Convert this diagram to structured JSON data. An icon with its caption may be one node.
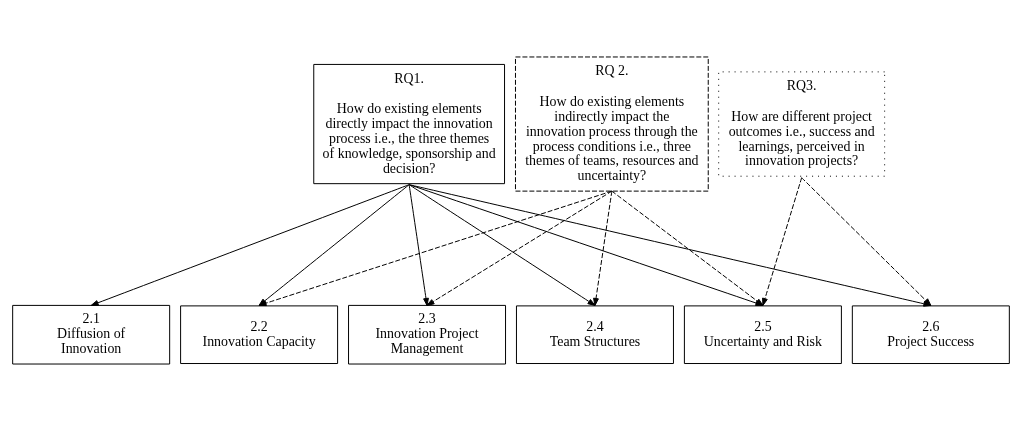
{
  "diagram": {
    "nodes": [
      {
        "text": [
          "RQ1.",
          "How do existing elements directly impact the innovation process i.e., the three themes of knowledge, sponsorship and decision?"
        ]
      },
      {
        "text": [
          "RQ 2.",
          "How do existing elements indirectly impact the innovation process through the process conditions i.e., three themes of teams, resources and uncertainty?"
        ]
      },
      {
        "text": [
          "RQ3.",
          "How are different project outcomes i.e., success and learnings, perceived in innovation projects?"
        ]
      },
      {
        "text": [
          "2.1",
          "Diffusion of Innovation"
        ]
      },
      {
        "text": [
          "2.2",
          "Innovation Capacity"
        ]
      },
      {
        "text": [
          "2.3",
          "Innovation Project Management"
        ]
      },
      {
        "text": [
          "2.4",
          "Team Structures"
        ]
      },
      {
        "text": [
          "2.5",
          "Uncertainty and Risk"
        ]
      },
      {
        "text": [
          "2.6",
          "Project Success"
        ]
      }
    ],
    "edges": [
      {
        "from": 0,
        "to": 3,
        "arrow": "to"
      },
      {
        "from": 0,
        "to": 4,
        "arrow": "to"
      },
      {
        "from": 0,
        "to": 5,
        "arrow": "to"
      },
      {
        "from": 0,
        "to": 6,
        "arrow": "to"
      },
      {
        "from": 0,
        "to": 7,
        "arrow": "to"
      },
      {
        "from": 0,
        "to": 8,
        "arrow": "to"
      },
      {
        "from": 1,
        "to": 4,
        "arrow": "to",
        "style": "dashed"
      },
      {
        "from": 1,
        "to": 5,
        "arrow": "to",
        "style": "dashed"
      },
      {
        "from": 1,
        "to": 6,
        "arrow": "to",
        "style": "dashed"
      },
      {
        "from": 1,
        "to": 7,
        "arrow": "to",
        "style": "dashed"
      },
      {
        "from": 2,
        "to": 7,
        "arrow": "to",
        "style": "dashed"
      },
      {
        "from": 2,
        "to": 8,
        "arrow": "to",
        "style": "dashed"
      }
    ]
  }
}
